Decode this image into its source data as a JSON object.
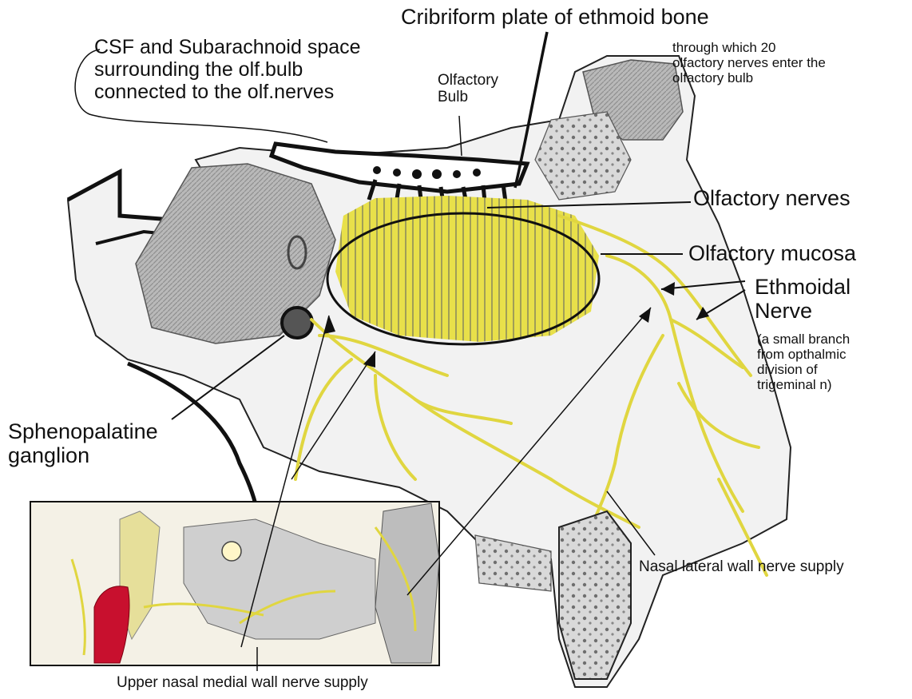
{
  "labels": {
    "cribriform": "Cribriform plate of ethmoid bone",
    "through_which": "through which 20\nolfactory nerves enter the\nolfactory bulb",
    "csf": "CSF and Subarachnoid space\nsurrounding the olf.bulb\nconnected to the olf.nerves",
    "olfactory_bulb": "Olfactory\nBulb",
    "olfactory_nerves": "Olfactory nerves",
    "olfactory_mucosa": "Olfactory mucosa",
    "ethmoidal_nerve": "Ethmoidal\nNerve",
    "ethmoidal_note": "(a small branch\nfrom opthalmic\ndivision of\ntrigeminal n)",
    "sphenopalatine": "Sphenopalatine\nganglion",
    "nasal_lateral": "Nasal lateral wall nerve supply",
    "upper_nasal_medial": "Upper nasal medial wall nerve supply"
  },
  "colors": {
    "nerve": "#e8e04a",
    "nerve_dark": "#b8ae1e",
    "bone": "#8a8a8a",
    "artery": "#c8102e",
    "line": "#111111"
  }
}
